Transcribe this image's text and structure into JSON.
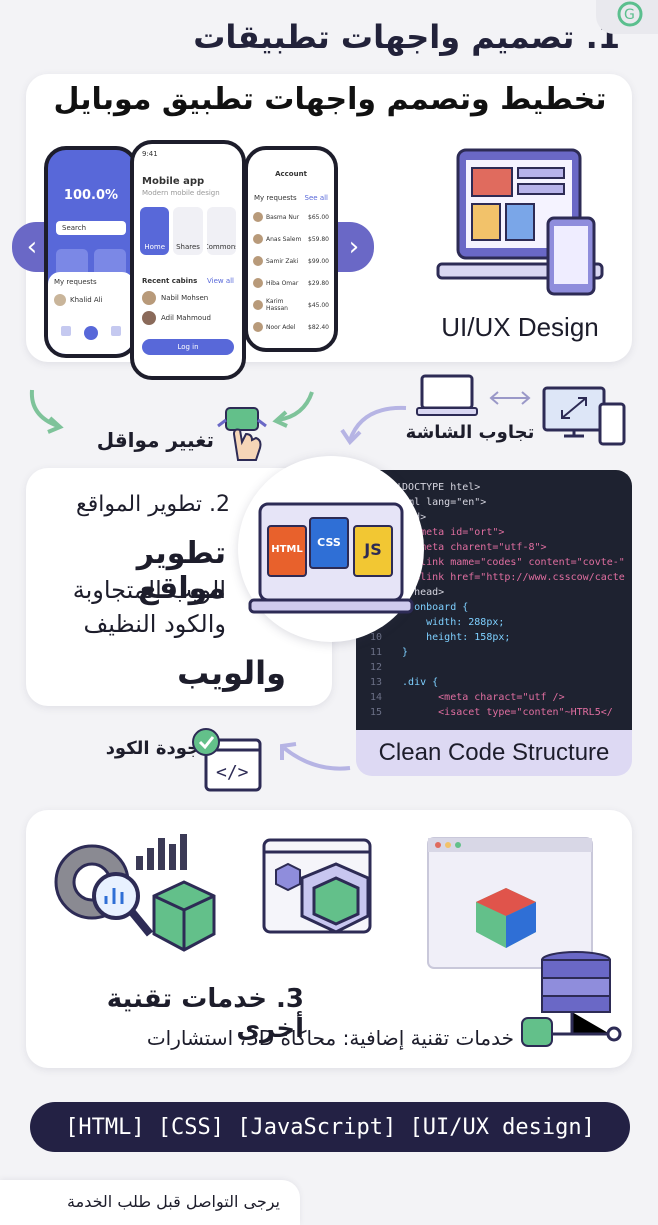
{
  "header": {
    "title": "1. تصميم واجهات تطبيقات"
  },
  "section1": {
    "title": "تخطيط وتصمم واجهات تطبيق موبايل",
    "icon_caption": "UI/UX Design",
    "phone_left": {
      "balance": "100.0%",
      "search": "Search",
      "list_title": "My requests",
      "list_item": "Khalid Ali"
    },
    "phone_center": {
      "time": "9:41",
      "app_title": "Mobile app",
      "app_sub": "Modern mobile design",
      "tiles": [
        "Home",
        "Shares",
        "Commons"
      ],
      "section": "Recent cabins",
      "view_all": "View all",
      "rows": [
        "Nabil Mohsen",
        "Adil Mahmoud"
      ],
      "button": "Log in"
    },
    "phone_right": {
      "title": "Account",
      "list_title": "My requests",
      "view_all": "See all",
      "rows": [
        "Basma Nur",
        "Anas Salem",
        "Samir Zaki",
        "Hiba Omar",
        "Karim Hassan",
        "Noor Adel"
      ],
      "amounts": [
        "$65.00",
        "$59.80",
        "$99.00",
        "$29.80",
        "$45.00",
        "$82.40"
      ]
    }
  },
  "flow1": {
    "left_label": "تغيير مواقل",
    "right_label": "تجاوب الشاشة"
  },
  "section2": {
    "number_title": "2. تطوير المواقع",
    "line1": "تطوير مواقع",
    "line2": "الويب المتجاوبة",
    "line3": "والكود النظيف",
    "line4": "والويب",
    "file_labels": [
      "HTML",
      "CSS",
      "JS"
    ],
    "code_caption": "Clean Code Structure",
    "code_lines": [
      {
        "n": "",
        "t": "<!DOCTYPE htel>"
      },
      {
        "n": "",
        "t": "<html lang=\"en\">"
      },
      {
        "n": "",
        "t": "<head>"
      },
      {
        "n": "",
        "t": "    <meta id=\"ort\">"
      },
      {
        "n": "",
        "t": "    <meta charent=\"utf-8\">"
      },
      {
        "n": "",
        "t": "    <link mame=\"codes\" content=\"covte-\""
      },
      {
        "n": "",
        "t": "    <link href=\"http://www.csscow/cacte"
      },
      {
        "n": "",
        "t": "  </head>"
      },
      {
        "n": "",
        "t": "  .sonboard {"
      },
      {
        "n": "",
        "t": "      width: 288px;"
      },
      {
        "n": "10",
        "t": "      height: 158px;"
      },
      {
        "n": "11",
        "t": "  }"
      },
      {
        "n": "12",
        "t": ""
      },
      {
        "n": "13",
        "t": "  .div {"
      },
      {
        "n": "14",
        "t": "        <meta charact=\"utf />"
      },
      {
        "n": "15",
        "t": "        <isacet type=\"conten\"~HTRL5</"
      }
    ]
  },
  "flow2": {
    "label": "جودة الكود"
  },
  "section3": {
    "title": "3. خدمات تقنية أخرى",
    "subtitle": "خدمات تقنية إضافية: محاكاة 3D، استشارات"
  },
  "tags": {
    "text": "[HTML]  [CSS]  [JavaScript]  [UI/UX design]"
  },
  "footer": {
    "note": "يرجى التواصل قبل طلب الخدمة"
  },
  "colors": {
    "accent": "#6a68c6",
    "dark": "#232144",
    "code_bg": "#1e2230",
    "html": "#e8612c",
    "css": "#2f6fd6",
    "js": "#f2c733",
    "cube_green": "#63c08a"
  }
}
